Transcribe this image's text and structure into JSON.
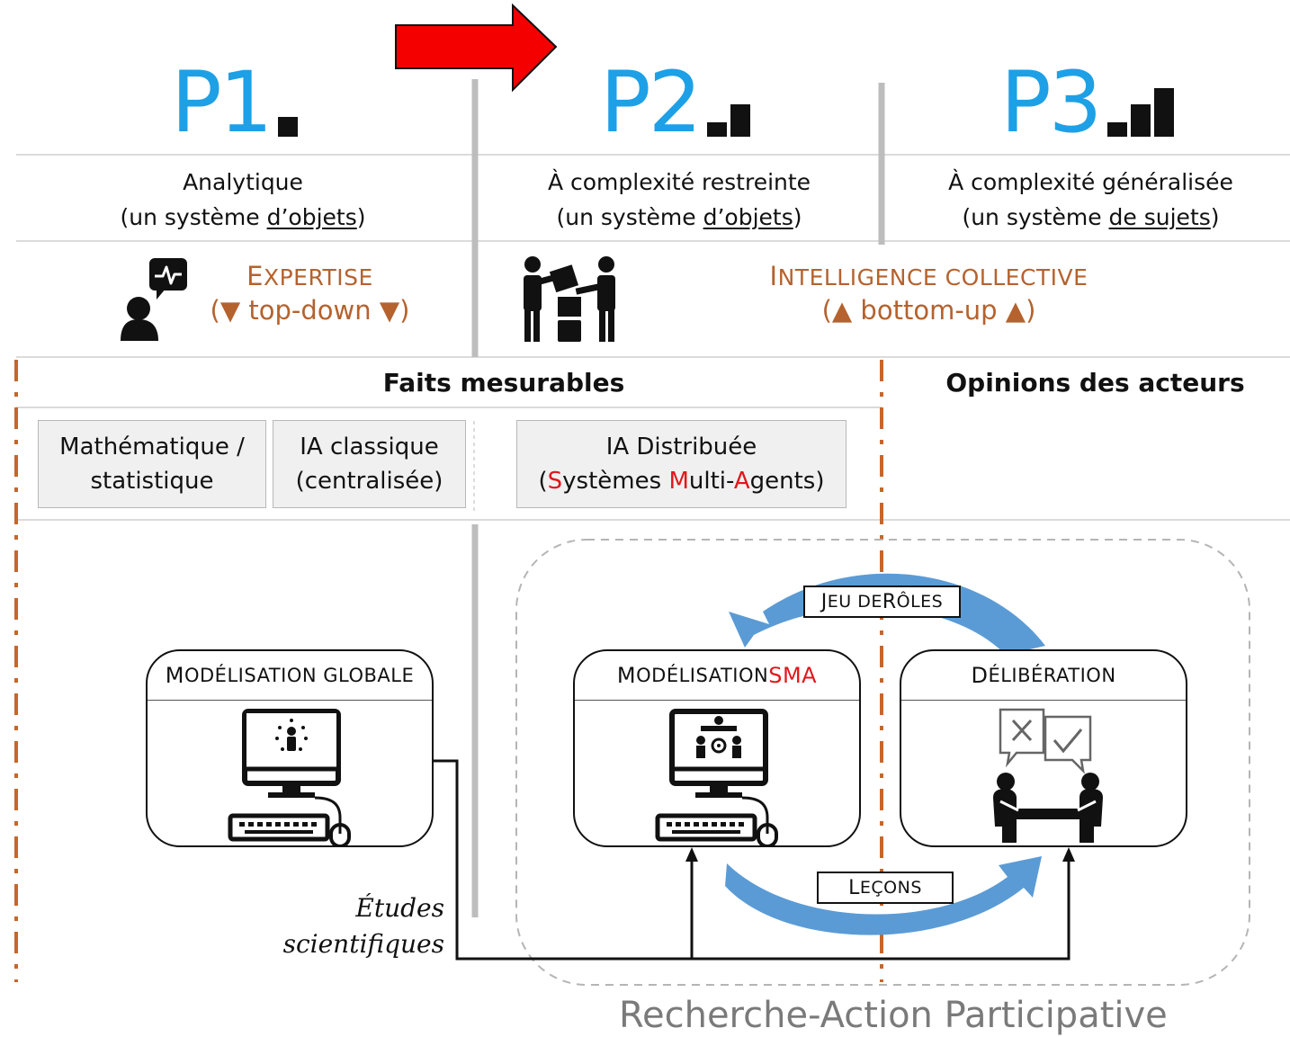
{
  "phases": [
    {
      "id": "P1",
      "label": "P1",
      "bars": 1
    },
    {
      "id": "P2",
      "label": "P2",
      "bars": 2
    },
    {
      "id": "P3",
      "label": "P3",
      "bars": 3
    }
  ],
  "headers": [
    {
      "line1": "Analytique",
      "pre": "(un système ",
      "underlined": "d’objets",
      "post": ")"
    },
    {
      "line1": "À complexité restreinte",
      "pre": "(un système ",
      "underlined": "d’objets",
      "post": ")"
    },
    {
      "line1": "À complexité généralisée",
      "pre": "(un système ",
      "underlined": "de sujets",
      "post": ")"
    }
  ],
  "approaches": {
    "expertise": {
      "cap": "E",
      "rest": "XPERTISE",
      "direction": "(▼ top-down ▼)"
    },
    "collective": {
      "cap1": "I",
      "rest1": "NTELLIGENCE ",
      "cap2": "",
      "rest2": "COLLECTIVE",
      "direction": "(▲ bottom-up ▲)"
    }
  },
  "sections": {
    "facts": "Faits mesurables",
    "opinions": "Opinions des acteurs"
  },
  "categories": {
    "math": {
      "line1": "Mathématique /",
      "line2": "statistique"
    },
    "ia_classic": {
      "line1": "IA classique",
      "line2": "(centralisée)"
    },
    "ia_distrib": {
      "line1": "IA Distribuée",
      "open": "(",
      "s": "S",
      "s_rest": "ystèmes ",
      "m": "M",
      "m_rest": "ulti-",
      "a": "A",
      "a_rest": "gents)"
    }
  },
  "boxes": {
    "global": {
      "cap": "M",
      "rest": "ODÉLISATION GLOBALE"
    },
    "sma": {
      "cap": "M",
      "rest": "ODÉLISATION ",
      "highlight": "SMA"
    },
    "deliberation": {
      "cap": "D",
      "rest": "ÉLIBÉRATION"
    }
  },
  "loop_labels": {
    "jeu": {
      "cap": "J",
      "rest": "EU DE ",
      "cap2": "R",
      "rest2": "ÔLES"
    },
    "lecons": {
      "cap": "L",
      "rest": "EÇONS"
    }
  },
  "studies": {
    "line1": "Études",
    "line2": "scientifiques"
  },
  "footer": "Recherche-Action Participative",
  "colors": {
    "phase_blue": "#1ea0e6",
    "accent_red": "#e3161b",
    "orange": "#b5622e",
    "cycle_blue": "#5b9bd5",
    "divider_gray": "#bdbdbd"
  }
}
